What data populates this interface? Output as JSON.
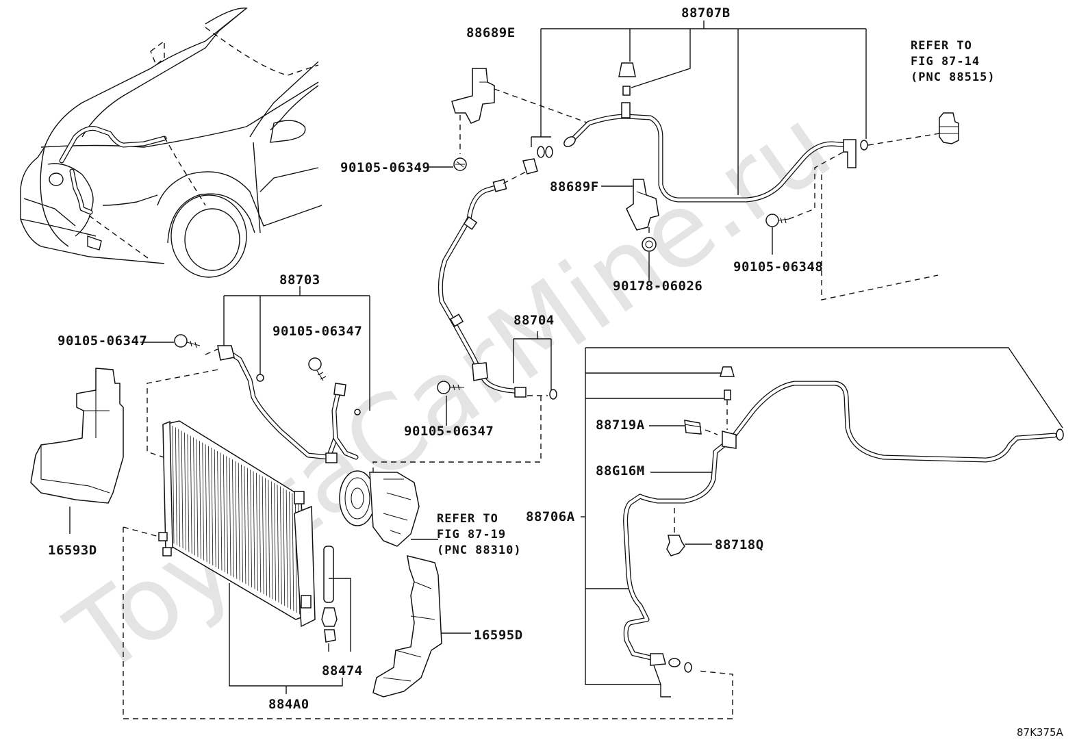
{
  "diagram": {
    "figure_code": "87K375A",
    "watermark": "ToyotaCarMine.ru",
    "part_labels": {
      "p88707B": "88707B",
      "p88689E": "88689E",
      "p90105_06349": "90105-06349",
      "p88689F": "88689F",
      "p90105_06348": "90105-06348",
      "p90178_06026": "90178-06026",
      "p88703": "88703",
      "p90105_06347_left": "90105-06347",
      "p90105_06347_mid": "90105-06347",
      "p88704": "88704",
      "p90105_06347_low": "90105-06347",
      "p88719A": "88719A",
      "p88G16M": "88G16M",
      "p88706A": "88706A",
      "p88718Q": "88718Q",
      "p16593D": "16593D",
      "p16595D": "16595D",
      "p88474": "88474",
      "p884A0": "884A0"
    },
    "refs": {
      "fig_87_14": [
        "REFER TO",
        "FIG 87-14",
        "(PNC 88515)"
      ],
      "fig_87_19": [
        "REFER TO",
        "FIG 87-19",
        "(PNC 88310)"
      ]
    }
  }
}
